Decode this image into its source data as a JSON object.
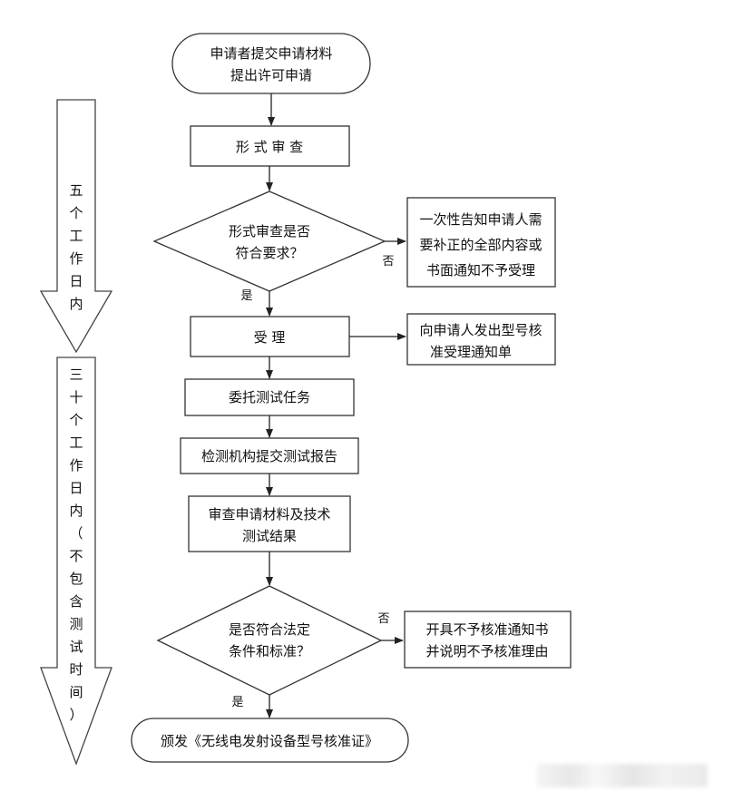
{
  "timeline": {
    "first": [
      "五",
      "个",
      "工",
      "作",
      "日",
      "内"
    ],
    "second": [
      "三",
      "十",
      "个",
      "工",
      "作",
      "日",
      "内",
      "（",
      "不",
      "包",
      "含",
      "测",
      "试",
      "时",
      "间",
      "）"
    ]
  },
  "nodes": {
    "start": [
      "申请者提交申请材料",
      "提出许可申请"
    ],
    "formal_review": "形 式 审 查",
    "decision1": [
      "形式审查是否",
      "符合要求？"
    ],
    "supplement": [
      "一次性告知申请人需",
      "要补正的全部内容或",
      "书面通知不予受理"
    ],
    "accept": "受 理",
    "notice": [
      "向申请人发出型号核",
      "准受理通知单"
    ],
    "entrust": "委托测试任务",
    "report": "检测机构提交测试报告",
    "review_materials": [
      "审查申请材料及技术",
      "测试结果"
    ],
    "decision2": [
      "是否符合法定",
      "条件和标准？"
    ],
    "reject": [
      "开具不予核准通知书",
      "并说明不予核准理由"
    ],
    "end": "颁发《无线电发射设备型号核准证》"
  },
  "labels": {
    "no1": "否",
    "yes1": "是",
    "no2": "否",
    "yes2": "是"
  }
}
